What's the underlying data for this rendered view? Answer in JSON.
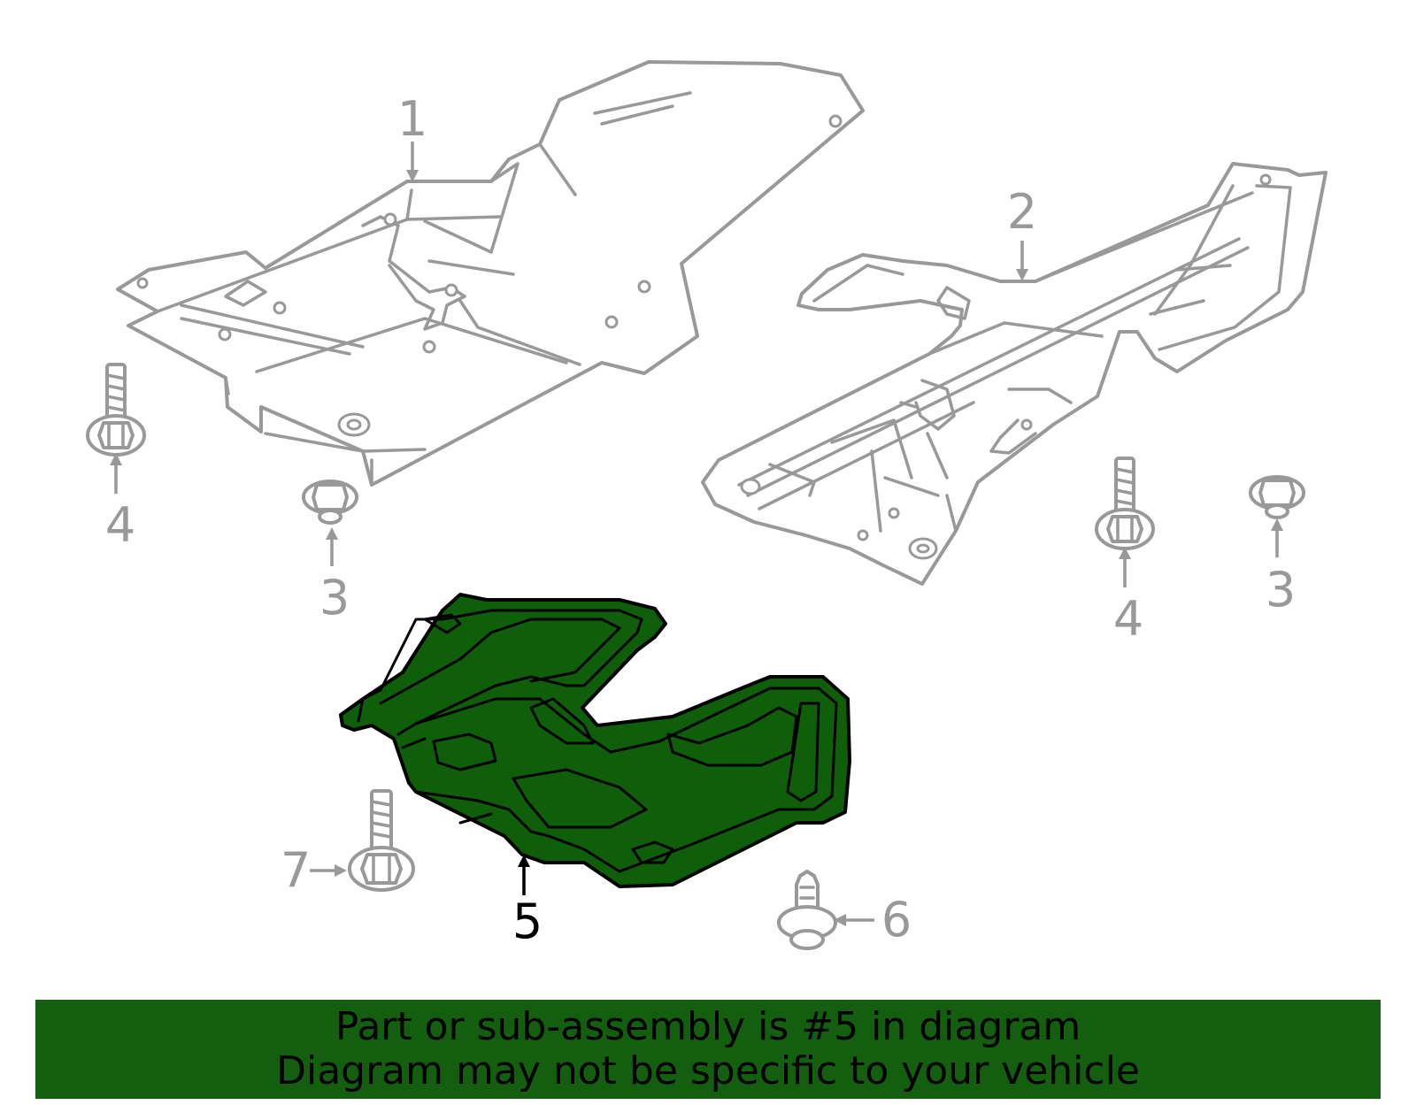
{
  "callouts": {
    "c1": "1",
    "c2": "2",
    "c3a": "3",
    "c3b": "3",
    "c4a": "4",
    "c4b": "4",
    "c5": "5",
    "c6": "6",
    "c7": "7"
  },
  "highlighted_part": "5",
  "colors": {
    "highlight_fill": "#0f5f0a",
    "banner": "#135e0f",
    "ghost_stroke": "#999999"
  },
  "banner": {
    "line1": "Part or sub-assembly is #5 in diagram",
    "line2": "Diagram may not be specific to your vehicle"
  }
}
